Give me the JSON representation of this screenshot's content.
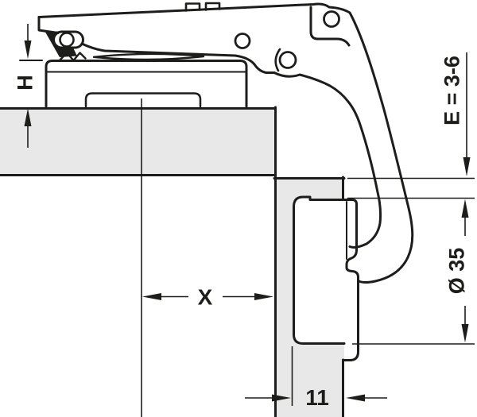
{
  "drawing": {
    "labels": {
      "plate_height": "H",
      "cup_center_distance": "X",
      "drilling_depth": "11",
      "cup_edge_distance": "E = 3-6",
      "cup_diameter": "Ø 35"
    },
    "colors": {
      "line": "#1d1d1b",
      "panel_fill": "#e8e8e8",
      "background": "#ffffff"
    }
  }
}
